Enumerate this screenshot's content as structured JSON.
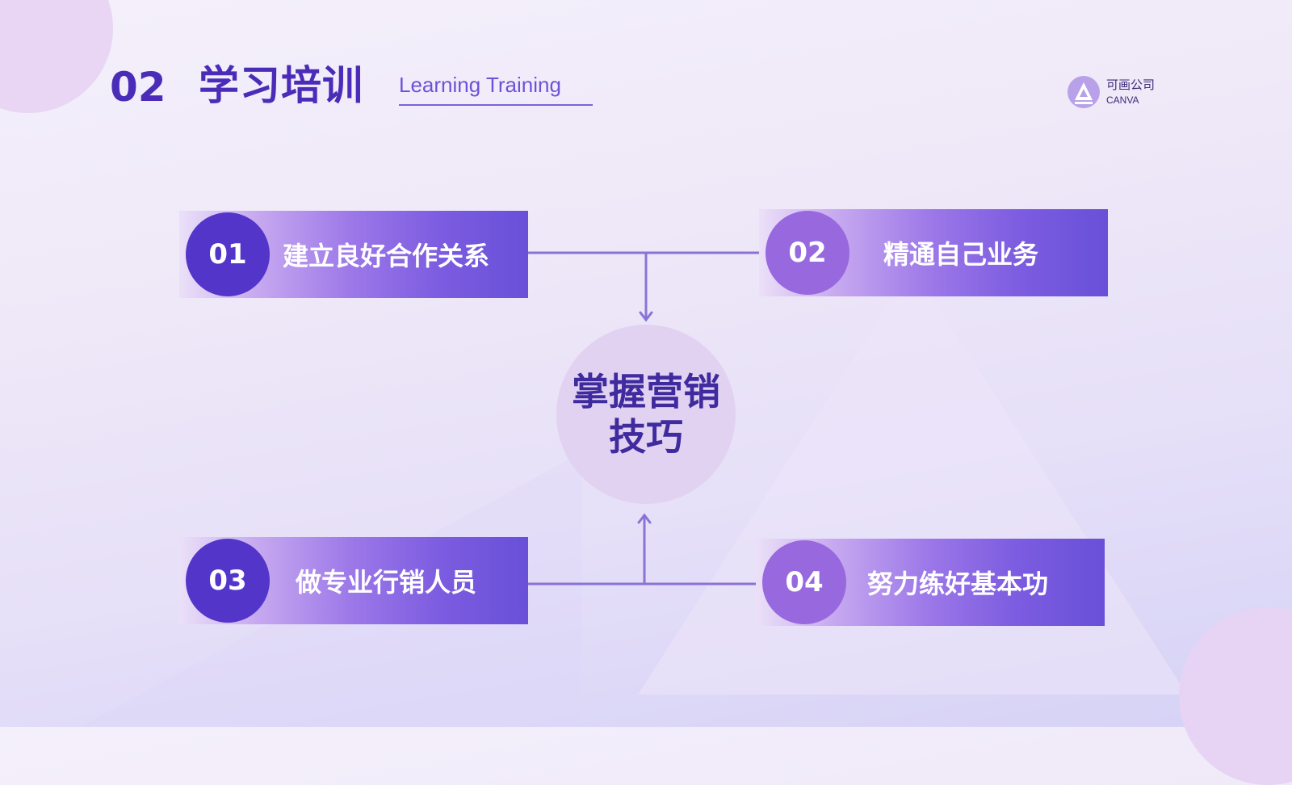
{
  "header": {
    "section_number": "02",
    "title": "学习培训",
    "subtitle": "Learning Training"
  },
  "logo": {
    "name_cn": "可画公司",
    "name_en": "CANVA"
  },
  "diagram": {
    "center_label_line1": "掌握营销",
    "center_label_line2": "技巧",
    "items": [
      {
        "number": "01",
        "label": "建立良好合作关系"
      },
      {
        "number": "02",
        "label": "精通自己业务"
      },
      {
        "number": "03",
        "label": "做专业行销人员"
      },
      {
        "number": "04",
        "label": "努力练好基本功"
      }
    ]
  },
  "colors": {
    "accent_dark": "#4a2cb8",
    "badge_dark": "#5336c9",
    "badge_light": "#9868df",
    "connector": "#8b73d6",
    "center_fill": "#e2d2f2"
  }
}
